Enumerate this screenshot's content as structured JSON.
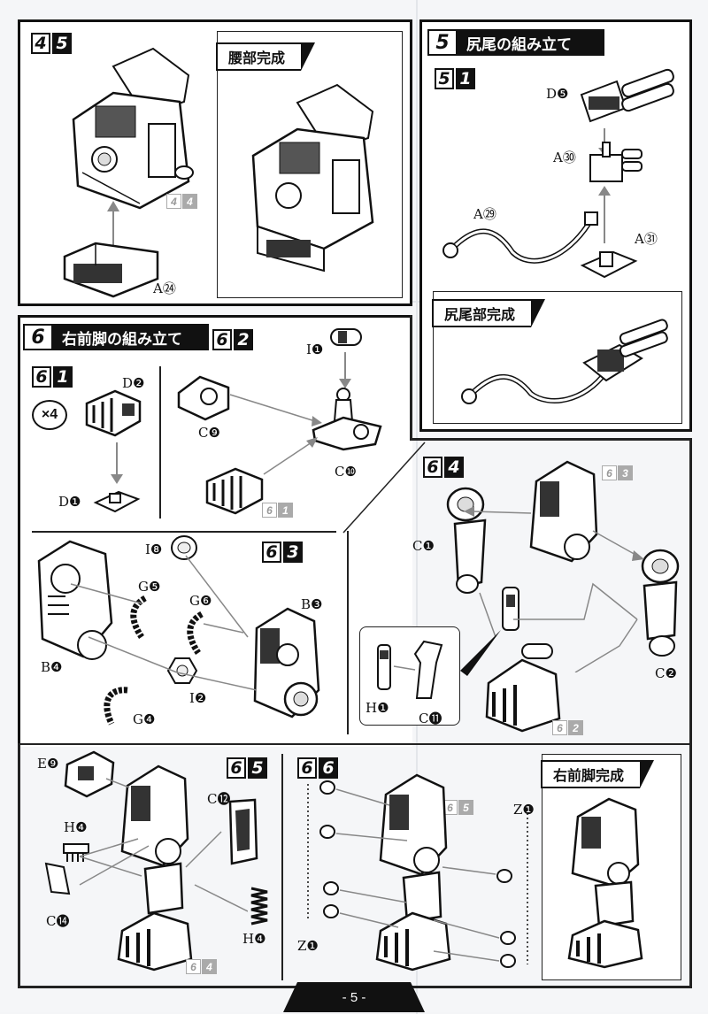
{
  "page_number": "- 5 -",
  "step4_5": {
    "step": "4",
    "sub": "5",
    "ref_step": "4",
    "ref_sub": "4",
    "part_label": "A㉔"
  },
  "waist_complete": {
    "title": "腰部完成"
  },
  "step5": {
    "banner_number": "5",
    "banner_title": "尻尾の組み立て",
    "sub_step": "5",
    "sub_num": "1",
    "labels": {
      "d5": "D❺",
      "a30": "A㉚",
      "a29": "A㉙",
      "a31": "A㉛"
    },
    "complete_title": "尻尾部完成"
  },
  "step6": {
    "banner_number": "6",
    "banner_title": "右前脚の組み立て",
    "s61": {
      "step": "6",
      "sub": "1",
      "times": "×4",
      "d2": "D❷",
      "d1": "D❶"
    },
    "s62": {
      "step": "6",
      "sub": "2",
      "i1": "I❶",
      "c9": "C❾",
      "c10": "C❿",
      "ref_step": "6",
      "ref_sub": "1"
    },
    "s63": {
      "step": "6",
      "sub": "3",
      "i8": "I❽",
      "b3": "B❸",
      "g5": "G❺",
      "g6": "G❻",
      "b4": "B❹",
      "i2": "I❷",
      "g4": "G❹"
    },
    "s64": {
      "step": "6",
      "sub": "4",
      "ref_step": "6",
      "ref_sub": "3",
      "c1": "C❶",
      "c2": "C❷",
      "h1": "H❶",
      "c11": "C⓫",
      "ref2_step": "6",
      "ref2_sub": "2"
    },
    "s65": {
      "step": "6",
      "sub": "5",
      "e9": "E❾",
      "c12": "C⓬",
      "h4a": "H❹",
      "c14": "C⓮",
      "h4b": "H❹",
      "ref_step": "6",
      "ref_sub": "4"
    },
    "s66": {
      "step": "6",
      "sub": "6",
      "ref_step": "6",
      "ref_sub": "5",
      "z1a": "Z❶",
      "z1b": "Z❶"
    },
    "complete_title": "右前脚完成"
  }
}
